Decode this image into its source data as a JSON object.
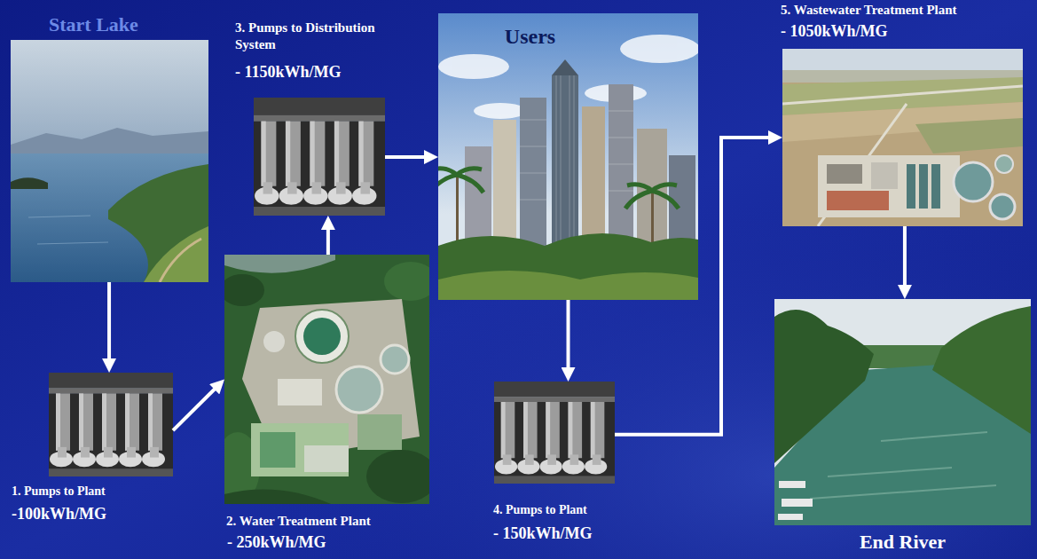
{
  "diagram": {
    "nodes": [
      {
        "text": [
          "Start Lake"
        ]
      },
      {
        "text": [
          "3. Pumps to Distribution System",
          "- 1150kWh/MG"
        ]
      },
      {
        "text": [
          "Users"
        ]
      },
      {
        "text": [
          "5. Wastewater Treatment Plant",
          "- 1050kWh/MG"
        ]
      },
      {
        "text": [
          "1. Pumps to Plant",
          "-100kWh/MG"
        ]
      },
      {
        "text": [
          "2. Water Treatment Plant",
          "- 250kWh/MG"
        ]
      },
      {
        "text": [
          "4. Pumps to Plant",
          "- 150kWh/MG"
        ]
      },
      {
        "text": [
          "End River"
        ]
      }
    ],
    "edges": [
      {
        "from": 0,
        "to": 4,
        "arrow": "to"
      },
      {
        "from": 4,
        "to": 5,
        "arrow": "to"
      },
      {
        "from": 5,
        "to": 1,
        "arrow": "to"
      },
      {
        "from": 1,
        "to": 2,
        "arrow": "to"
      },
      {
        "from": 2,
        "to": 6,
        "arrow": "to"
      },
      {
        "from": 6,
        "to": 3,
        "arrow": "to"
      },
      {
        "from": 3,
        "to": 7,
        "arrow": "to"
      }
    ]
  }
}
